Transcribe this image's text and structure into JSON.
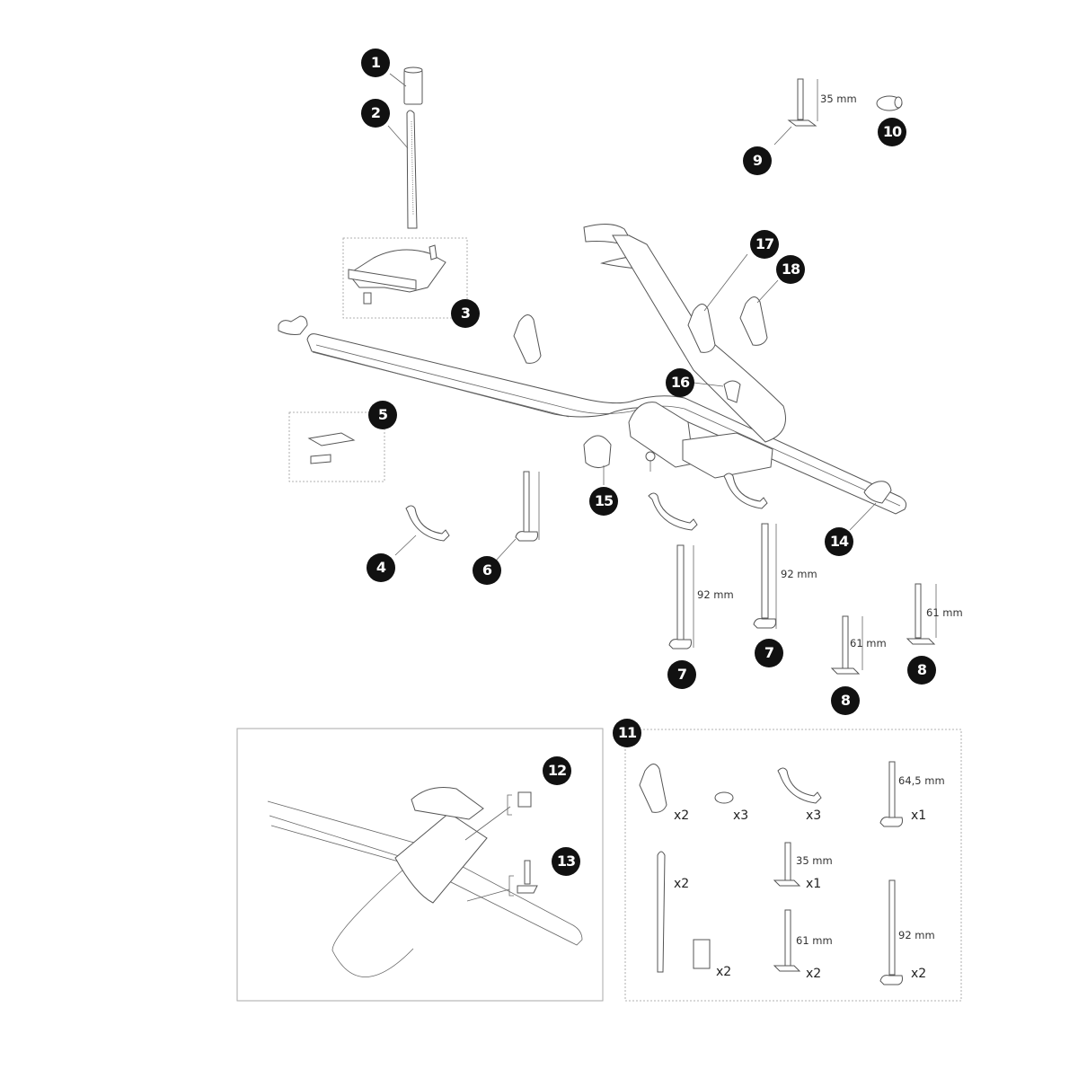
{
  "diagram": {
    "type": "exploded-parts-diagram",
    "callouts": [
      {
        "id": "1",
        "label": "1"
      },
      {
        "id": "2",
        "label": "2"
      },
      {
        "id": "3",
        "label": "3"
      },
      {
        "id": "4",
        "label": "4"
      },
      {
        "id": "5",
        "label": "5"
      },
      {
        "id": "6",
        "label": "6"
      },
      {
        "id": "7a",
        "label": "7"
      },
      {
        "id": "7b",
        "label": "7"
      },
      {
        "id": "8a",
        "label": "8"
      },
      {
        "id": "8b",
        "label": "8"
      },
      {
        "id": "9",
        "label": "9"
      },
      {
        "id": "10",
        "label": "10"
      },
      {
        "id": "11",
        "label": "11"
      },
      {
        "id": "12",
        "label": "12"
      },
      {
        "id": "13",
        "label": "13"
      },
      {
        "id": "14",
        "label": "14"
      },
      {
        "id": "15",
        "label": "15"
      },
      {
        "id": "16",
        "label": "16"
      },
      {
        "id": "17",
        "label": "17"
      },
      {
        "id": "18",
        "label": "18"
      }
    ],
    "dimensions": {
      "bolt_9": "35 mm",
      "bolt_7a": "92 mm",
      "bolt_7b": "92 mm",
      "bolt_8a": "61 mm",
      "bolt_8b": "61 mm"
    },
    "kit_11": {
      "items": [
        {
          "part": "arm-clamp",
          "qty": "x2"
        },
        {
          "part": "barrel-nut",
          "qty": "x3"
        },
        {
          "part": "strap-bracket",
          "qty": "x3"
        },
        {
          "part": "t-bolt-rounded",
          "dimension": "64,5 mm",
          "qty": "x1"
        },
        {
          "part": "ratchet-strap",
          "qty": "x2"
        },
        {
          "part": "t-bolt-square",
          "dimension": "35 mm",
          "qty": "x1"
        },
        {
          "part": "sleeve",
          "qty": "x2"
        },
        {
          "part": "t-bolt-square",
          "dimension": "61 mm",
          "qty": "x2"
        },
        {
          "part": "t-bolt-rounded",
          "dimension": "92 mm",
          "qty": "x2"
        }
      ]
    }
  }
}
